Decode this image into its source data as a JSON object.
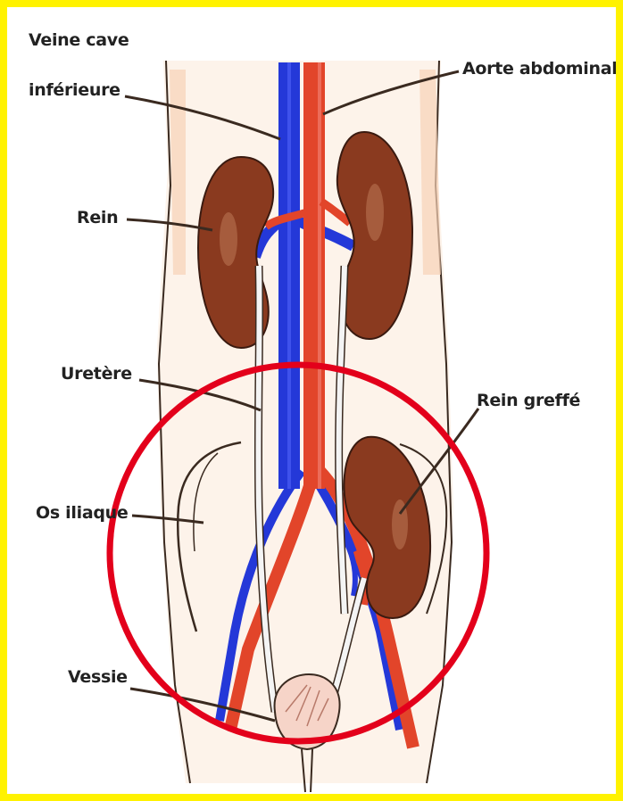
{
  "labels": {
    "vena_cava_line1": "Veine cave",
    "vena_cava_line2": "inférieure",
    "aorta": "Aorte abdominale",
    "kidney": "Rein",
    "ureter": "Uretère",
    "transplanted_kidney": "Rein greffé",
    "iliac_bone": "Os iliaque",
    "bladder": "Vessie"
  },
  "colors": {
    "border": "#fff200",
    "highlight_circle": "#e3001b",
    "artery": "#e2452a",
    "vein": "#2438d8",
    "kidney": "#8a3a1f",
    "skin": "#fbe3cf",
    "ureter": "#f4f4f4"
  }
}
